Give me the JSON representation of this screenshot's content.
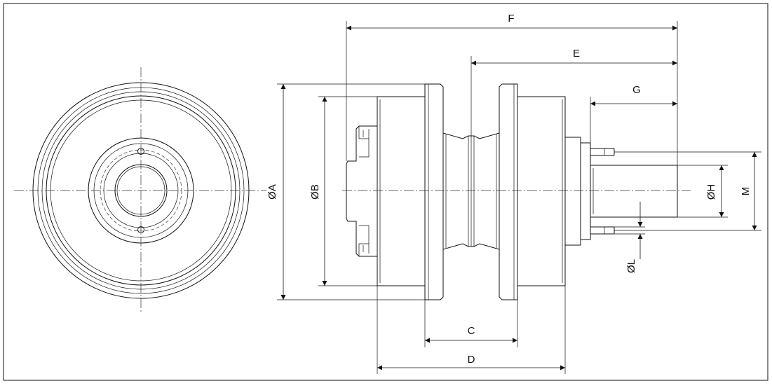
{
  "dimensions": {
    "F": "F",
    "E": "E",
    "G": "G",
    "A": "ØA",
    "B": "ØB",
    "C": "C",
    "D": "D",
    "H": "ØH",
    "L": "ØL",
    "M": "M"
  }
}
